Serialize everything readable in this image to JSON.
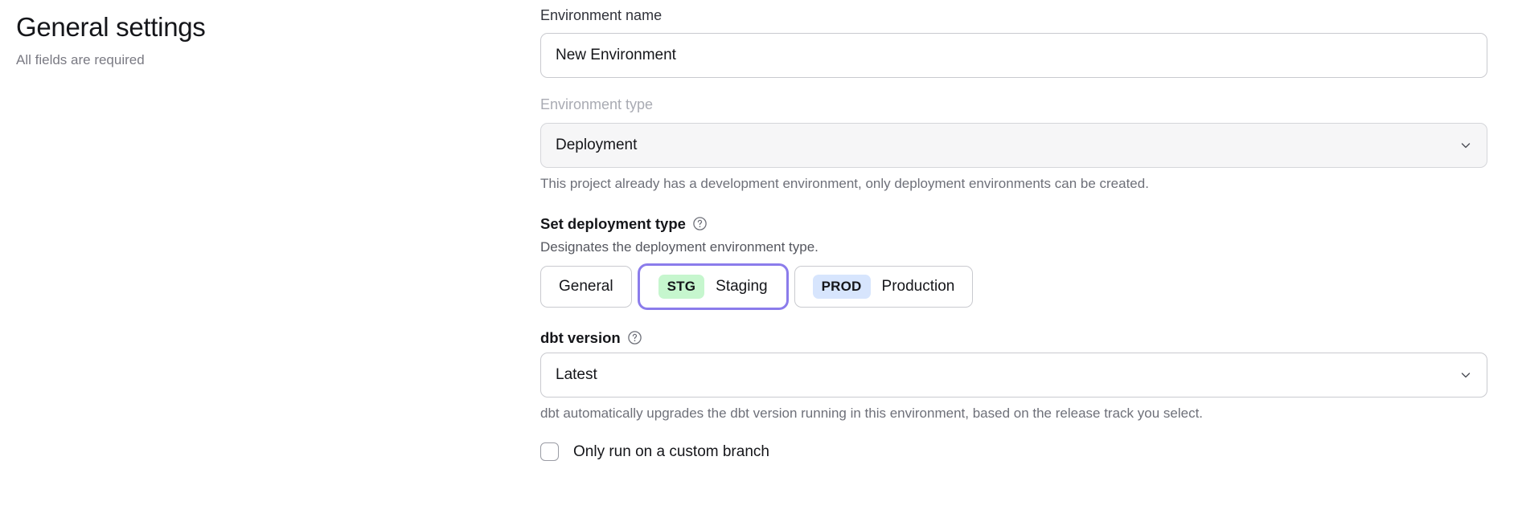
{
  "header": {
    "title": "General settings",
    "subtitle": "All fields are required"
  },
  "form": {
    "environment_name": {
      "label": "Environment name",
      "value": "New Environment",
      "placeholder": "Environment name"
    },
    "environment_type": {
      "label": "Environment type",
      "value": "Deployment",
      "disabled": true,
      "help_text": "This project already has a development environment, only deployment environments can be created.",
      "chevron_icon": "chevron-down-icon"
    },
    "deployment_type": {
      "label": "Set deployment type",
      "help_icon": "help-circle-icon",
      "description": "Designates the deployment environment type.",
      "options": [
        {
          "id": "general",
          "badge": "",
          "label": "General",
          "selected": false
        },
        {
          "id": "staging",
          "badge": "STG",
          "label": "Staging",
          "selected": true
        },
        {
          "id": "production",
          "badge": "PROD",
          "label": "Production",
          "selected": false
        }
      ]
    },
    "dbt_version": {
      "label": "dbt version",
      "help_icon": "help-circle-icon",
      "value": "Latest",
      "help_text": "dbt automatically upgrades the dbt version running in this environment, based on the release track you select.",
      "chevron_icon": "chevron-down-icon"
    },
    "custom_branch": {
      "label": "Only run on a custom branch",
      "checked": false
    }
  },
  "colors": {
    "accent_focus": "#8b7ceb",
    "badge_staging_bg": "#c6f6ce",
    "badge_production_bg": "#d7e5fd",
    "text_primary": "#15161a",
    "text_muted": "#6e7079",
    "text_disabled": "#a9abb3",
    "border": "#c9cacf",
    "disabled_field_bg": "#f6f6f7"
  }
}
